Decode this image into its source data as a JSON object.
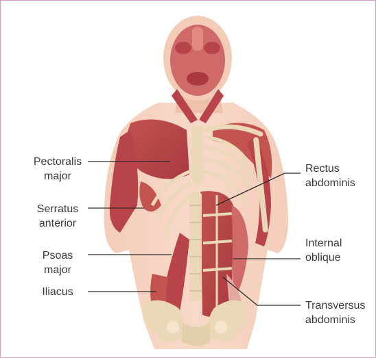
{
  "diagram": {
    "labels": {
      "pectoralis_major": [
        "Pectoralis",
        "major"
      ],
      "serratus_anterior": [
        "Serratus",
        "anterior"
      ],
      "psoas_major": [
        "Psoas",
        "major"
      ],
      "iliacus": [
        "Iliacus"
      ],
      "rectus_abdominis": [
        "Rectus",
        "abdominis"
      ],
      "internal_oblique": [
        "Internal",
        "oblique"
      ],
      "transversus_abdominis": [
        "Transversus",
        "abdominis"
      ]
    },
    "colors": {
      "frame": "#d79acb",
      "skin": "#f2c3ae",
      "muscle": "#b8444a",
      "muscle_light": "#cf6a68",
      "bone": "#ead8b8",
      "leader_line": "#2b2b2b",
      "text": "#3a3a3a"
    }
  }
}
